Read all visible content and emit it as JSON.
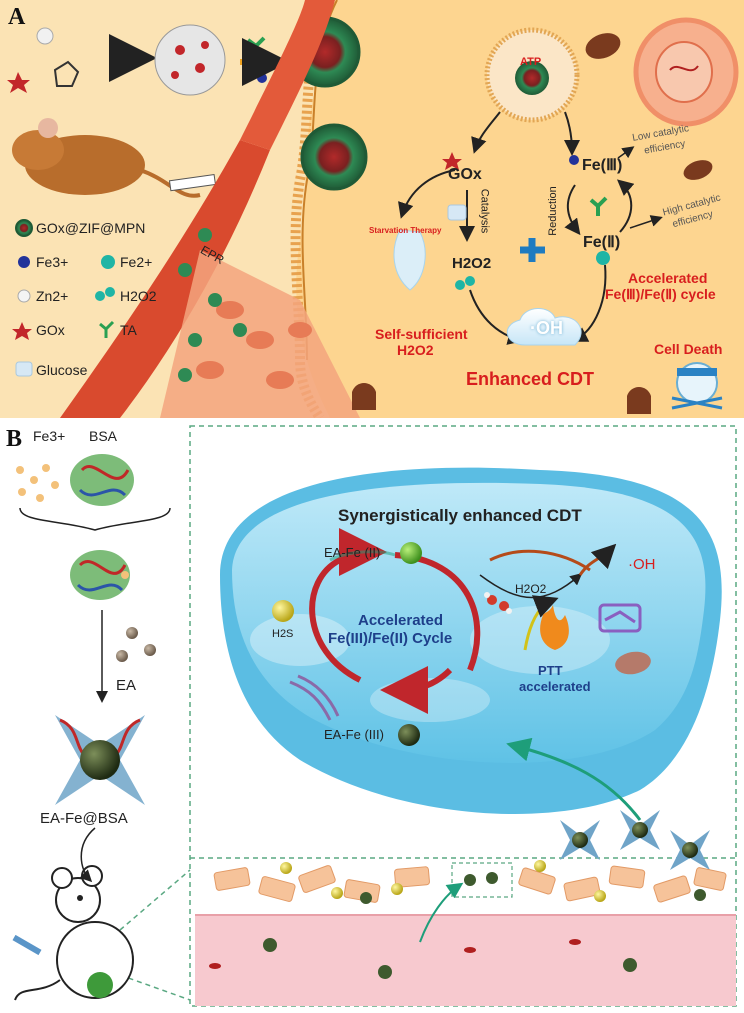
{
  "panel_a": {
    "letter": "A",
    "legend": [
      {
        "symbol": "nanoparticle",
        "label": "GOx@ZIF@MPN"
      },
      {
        "symbol": "fe3",
        "label": "Fe3+"
      },
      {
        "symbol": "fe2",
        "label": "Fe2+"
      },
      {
        "symbol": "zn2",
        "label": "Zn2+"
      },
      {
        "symbol": "h2o2",
        "label": "H2O2"
      },
      {
        "symbol": "gox",
        "label": "GOx"
      },
      {
        "symbol": "ta",
        "label": "TA"
      },
      {
        "symbol": "glucose",
        "label": "Glucose"
      }
    ],
    "labels": {
      "epr": "EPR",
      "atp": "ATP",
      "gox": "GOx",
      "catalysis": "Catalysis",
      "reduction": "Reduction",
      "fe3": "Fe(Ⅲ)",
      "fe2": "Fe(Ⅱ)",
      "low_eff_1": "Low catalytic",
      "low_eff_2": "efficiency",
      "high_eff_1": "High catalytic",
      "high_eff_2": "efficiency",
      "starvation": "Starvation Therapy",
      "h2o2": "H2O2",
      "accel_1": "Accelerated",
      "accel_2": "Fe(Ⅲ)/Fe(Ⅱ) cycle",
      "self_1": "Self-sufficient",
      "self_2": "H2O2",
      "oh": "·OH",
      "enhanced": "Enhanced CDT",
      "death": "Cell Death"
    }
  },
  "panel_b": {
    "letter": "B",
    "labels": {
      "fe3": "Fe3+",
      "bsa": "BSA",
      "ea": "EA",
      "product": "EA-Fe@BSA",
      "title": "Synergistically enhanced CDT",
      "ea_fe2": "EA-Fe (II)",
      "ea_fe3": "EA-Fe (III)",
      "cycle_1": "Accelerated",
      "cycle_2": "Fe(III)/Fe(II) Cycle",
      "h2o2": "H2O2",
      "oh": "·OH",
      "h2s": "H2S",
      "ptt_1": "PTT",
      "ptt_2": "accelerated"
    }
  },
  "colors": {
    "panel_a_bg": "#fbe3b4",
    "cell_bg": "#fdd89a",
    "vessel": "#d94a2e",
    "red_text": "#d81e1e",
    "navy_text": "#1e3f8a",
    "cell_blue": "#4eb9e0",
    "vessel_pink": "#f7c9cf",
    "dash_green": "#5aa882"
  }
}
